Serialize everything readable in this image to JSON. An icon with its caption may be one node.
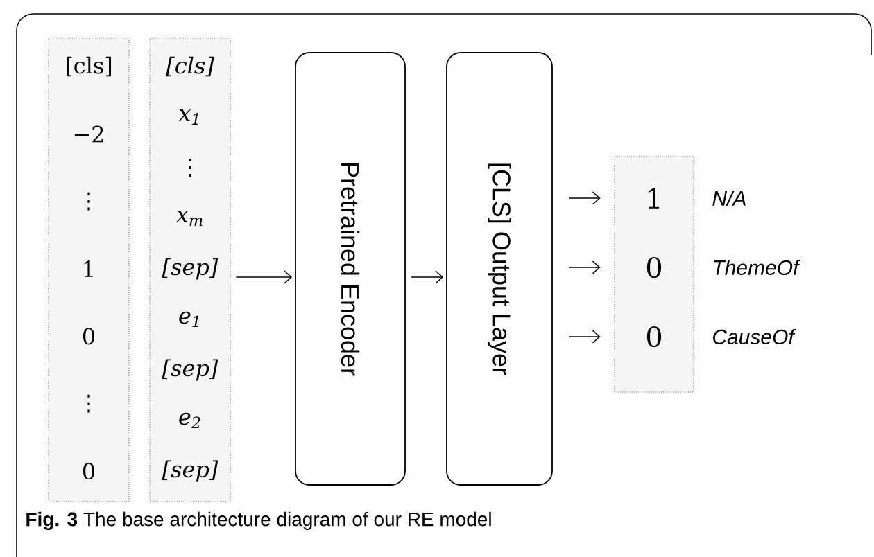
{
  "diagram": {
    "caption": "**Fig. 3** The base architecture diagram of our RE model",
    "nodes": [
      {
        "text": [
          "[cls]",
          "−2",
          "⋮",
          "1",
          "0",
          "⋮",
          "0"
        ]
      },
      {
        "text": [
          "[cls]",
          "x$_{1}$",
          "⋮",
          "x$_{m}$",
          "[sep]",
          "e$_{1}$",
          "[sep]",
          "e$_{2}$",
          "[sep]"
        ]
      },
      {
        "text": [
          "Pretrained Encoder"
        ]
      },
      {
        "text": [
          "[CLS] Output Layer"
        ]
      },
      {
        "text": [
          "1",
          "0",
          "0"
        ],
        "beside": [
          "N/A",
          "ThemeOf",
          "CauseOf"
        ]
      }
    ],
    "edges": [
      {
        "from": 1,
        "to": 2,
        "arrow": "to"
      },
      {
        "from": 2,
        "to": 3,
        "arrow": "to"
      },
      {
        "from": 3,
        "to": 4,
        "arrow": "to"
      },
      {
        "from": 3,
        "to": 4,
        "arrow": "to"
      },
      {
        "from": 3,
        "to": 4,
        "arrow": "to"
      }
    ]
  }
}
